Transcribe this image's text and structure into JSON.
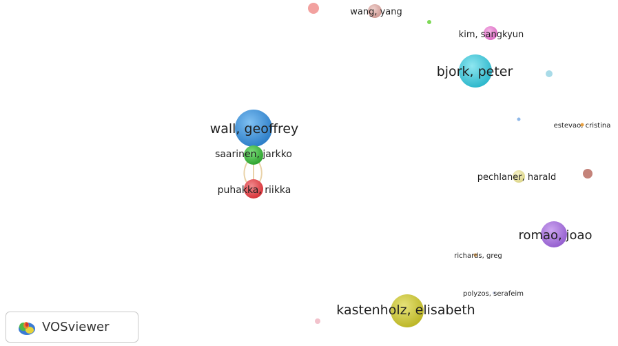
{
  "app": {
    "name": "VOSviewer",
    "logo_icon": "vosviewer-logo-icon"
  },
  "map": {
    "labels": {
      "wang": "wang, yang",
      "kim": "kim, sangkyun",
      "bjork": "bjork, peter",
      "wall": "wall, geoffrey",
      "saarinen": "saarinen, jarkko",
      "puhakka": "puhakka, riikka",
      "estevao": "estevao, cristina",
      "pechlaner": "pechlaner, harald",
      "romao": "romao, joao",
      "richards": "richards, greg",
      "polyzos": "polyzos, serafeim",
      "kastenholz": "kastenholz, elisabeth"
    },
    "colors": {
      "wall": "#3f8fd6",
      "saarinen": "#3cb33c",
      "puhakka": "#e0474c",
      "bjork": "#3fc6d8",
      "romao": "#a770d9",
      "kastenholz": "#c9c437",
      "kim": "#e37fcd",
      "wang": "#d9a8a3",
      "pechlaner": "#e8e3a3",
      "link": "#e9d2a8"
    }
  }
}
